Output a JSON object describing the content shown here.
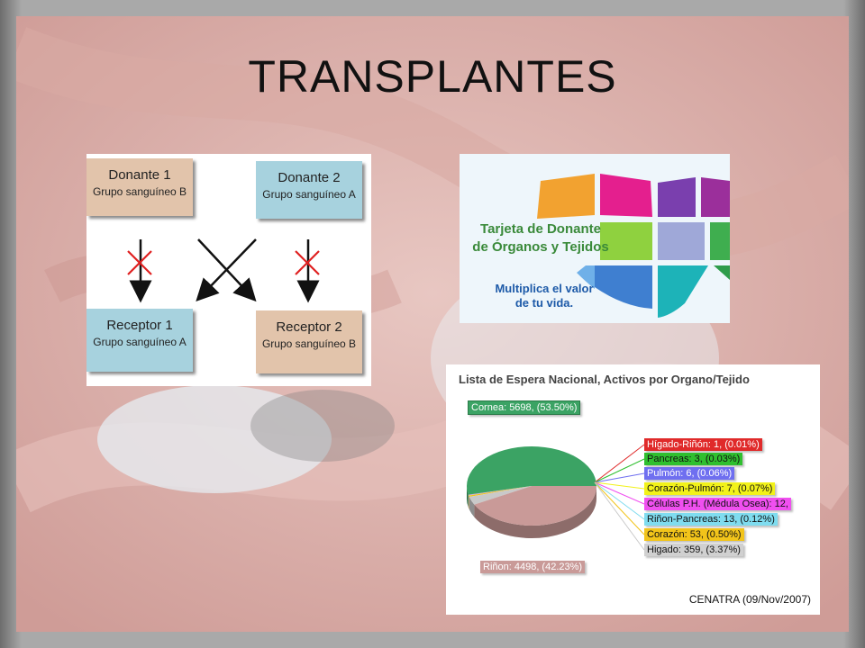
{
  "slide": {
    "title": "TRANSPLANTES"
  },
  "diagram": {
    "boxes": [
      {
        "name": "Donante 1",
        "group": "Grupo sanguíneo B"
      },
      {
        "name": "Donante 2",
        "group": "Grupo sanguíneo A"
      },
      {
        "name": "Receptor 1",
        "group": "Grupo sanguíneo A"
      },
      {
        "name": "Receptor 2",
        "group": "Grupo sanguíneo B"
      }
    ]
  },
  "card": {
    "title_line1": "Tarjeta de Donante",
    "title_line2": "de Órganos y Tejidos",
    "slogan_line1": "Multiplica el valor",
    "slogan_line2": "de tu vida."
  },
  "chart_data": {
    "type": "pie",
    "title": "Lista de Espera Nacional, Activos por Organo/Tejido",
    "source": "CENATRA (09/Nov/2007)",
    "labels": [
      "Cornea: 5698, (53.50%)",
      "Hígado-Riñón: 1, (0.01%)",
      "Pancreas: 3, (0.03%)",
      "Pulmón: 6, (0.06%)",
      "Corazón-Pulmón: 7, (0.07%)",
      "Células P.H. (Médula Osea): 12,",
      "Riñon-Pancreas: 13, (0.12%)",
      "Corazón: 53, (0.50%)",
      "Higado: 359, (3.37%)",
      "Riñon: 4498, (42.23%)"
    ],
    "slices": [
      {
        "name": "Cornea",
        "value": 5698,
        "percent": 53.5,
        "color": "#3ba364"
      },
      {
        "name": "Hígado-Riñón",
        "value": 1,
        "percent": 0.01,
        "color": "#e02a2a"
      },
      {
        "name": "Pancreas",
        "value": 3,
        "percent": 0.03,
        "color": "#2fbf2f"
      },
      {
        "name": "Pulmón",
        "value": 6,
        "percent": 0.06,
        "color": "#6f6ff0"
      },
      {
        "name": "Corazón-Pulmón",
        "value": 7,
        "percent": 0.07,
        "color": "#f2f21a"
      },
      {
        "name": "Células P.H. (Médula Osea)",
        "value": 12,
        "color": "#f04ff0"
      },
      {
        "name": "Riñon-Pancreas",
        "value": 13,
        "percent": 0.12,
        "color": "#7fdcef"
      },
      {
        "name": "Corazón",
        "value": 53,
        "percent": 0.5,
        "color": "#f2c41a"
      },
      {
        "name": "Higado",
        "value": 359,
        "percent": 3.37,
        "color": "#c9c9c9"
      },
      {
        "name": "Riñon",
        "value": 4498,
        "percent": 42.23,
        "color": "#c99a98"
      }
    ]
  }
}
